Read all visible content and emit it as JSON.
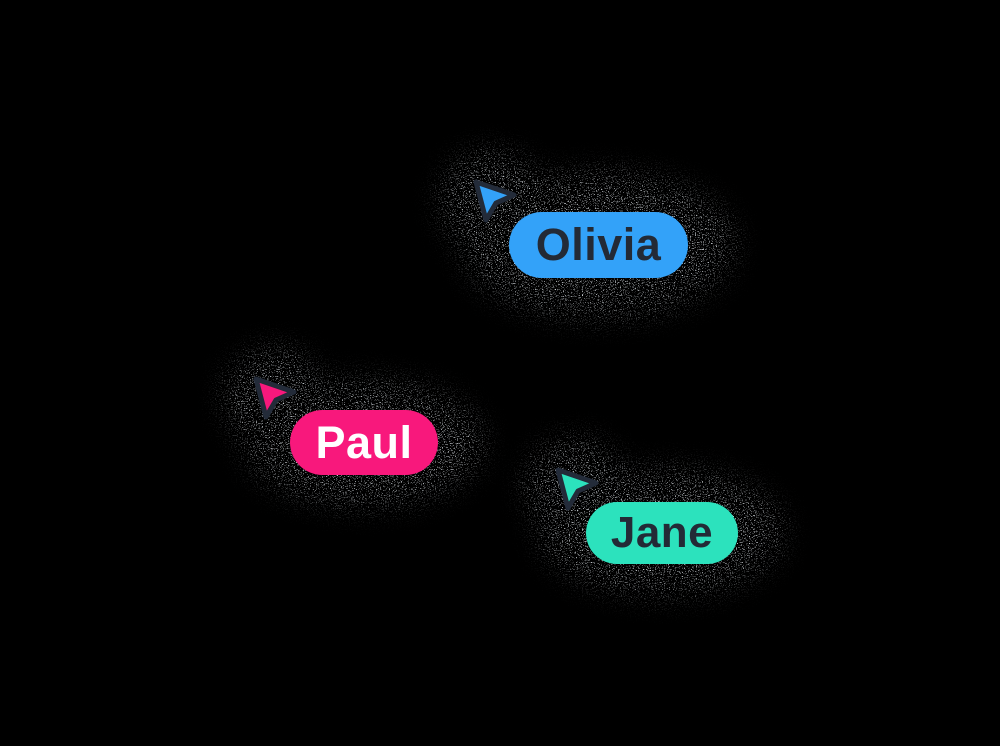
{
  "canvas": {
    "background_color": "#000000",
    "shadow_style": "grainy-dissolve",
    "grain_dot_color": "#d4d6d9"
  },
  "cursor_outline_color": "#232b39",
  "cursor_icon": "cursor-arrow",
  "collaborators": [
    {
      "name": "Olivia",
      "color": "#33a2f9",
      "label_text_color": "#232a36"
    },
    {
      "name": "Paul",
      "color": "#f8187c",
      "label_text_color": "#ffffff"
    },
    {
      "name": "Jane",
      "color": "#2ce2bd",
      "label_text_color": "#232a36"
    }
  ]
}
